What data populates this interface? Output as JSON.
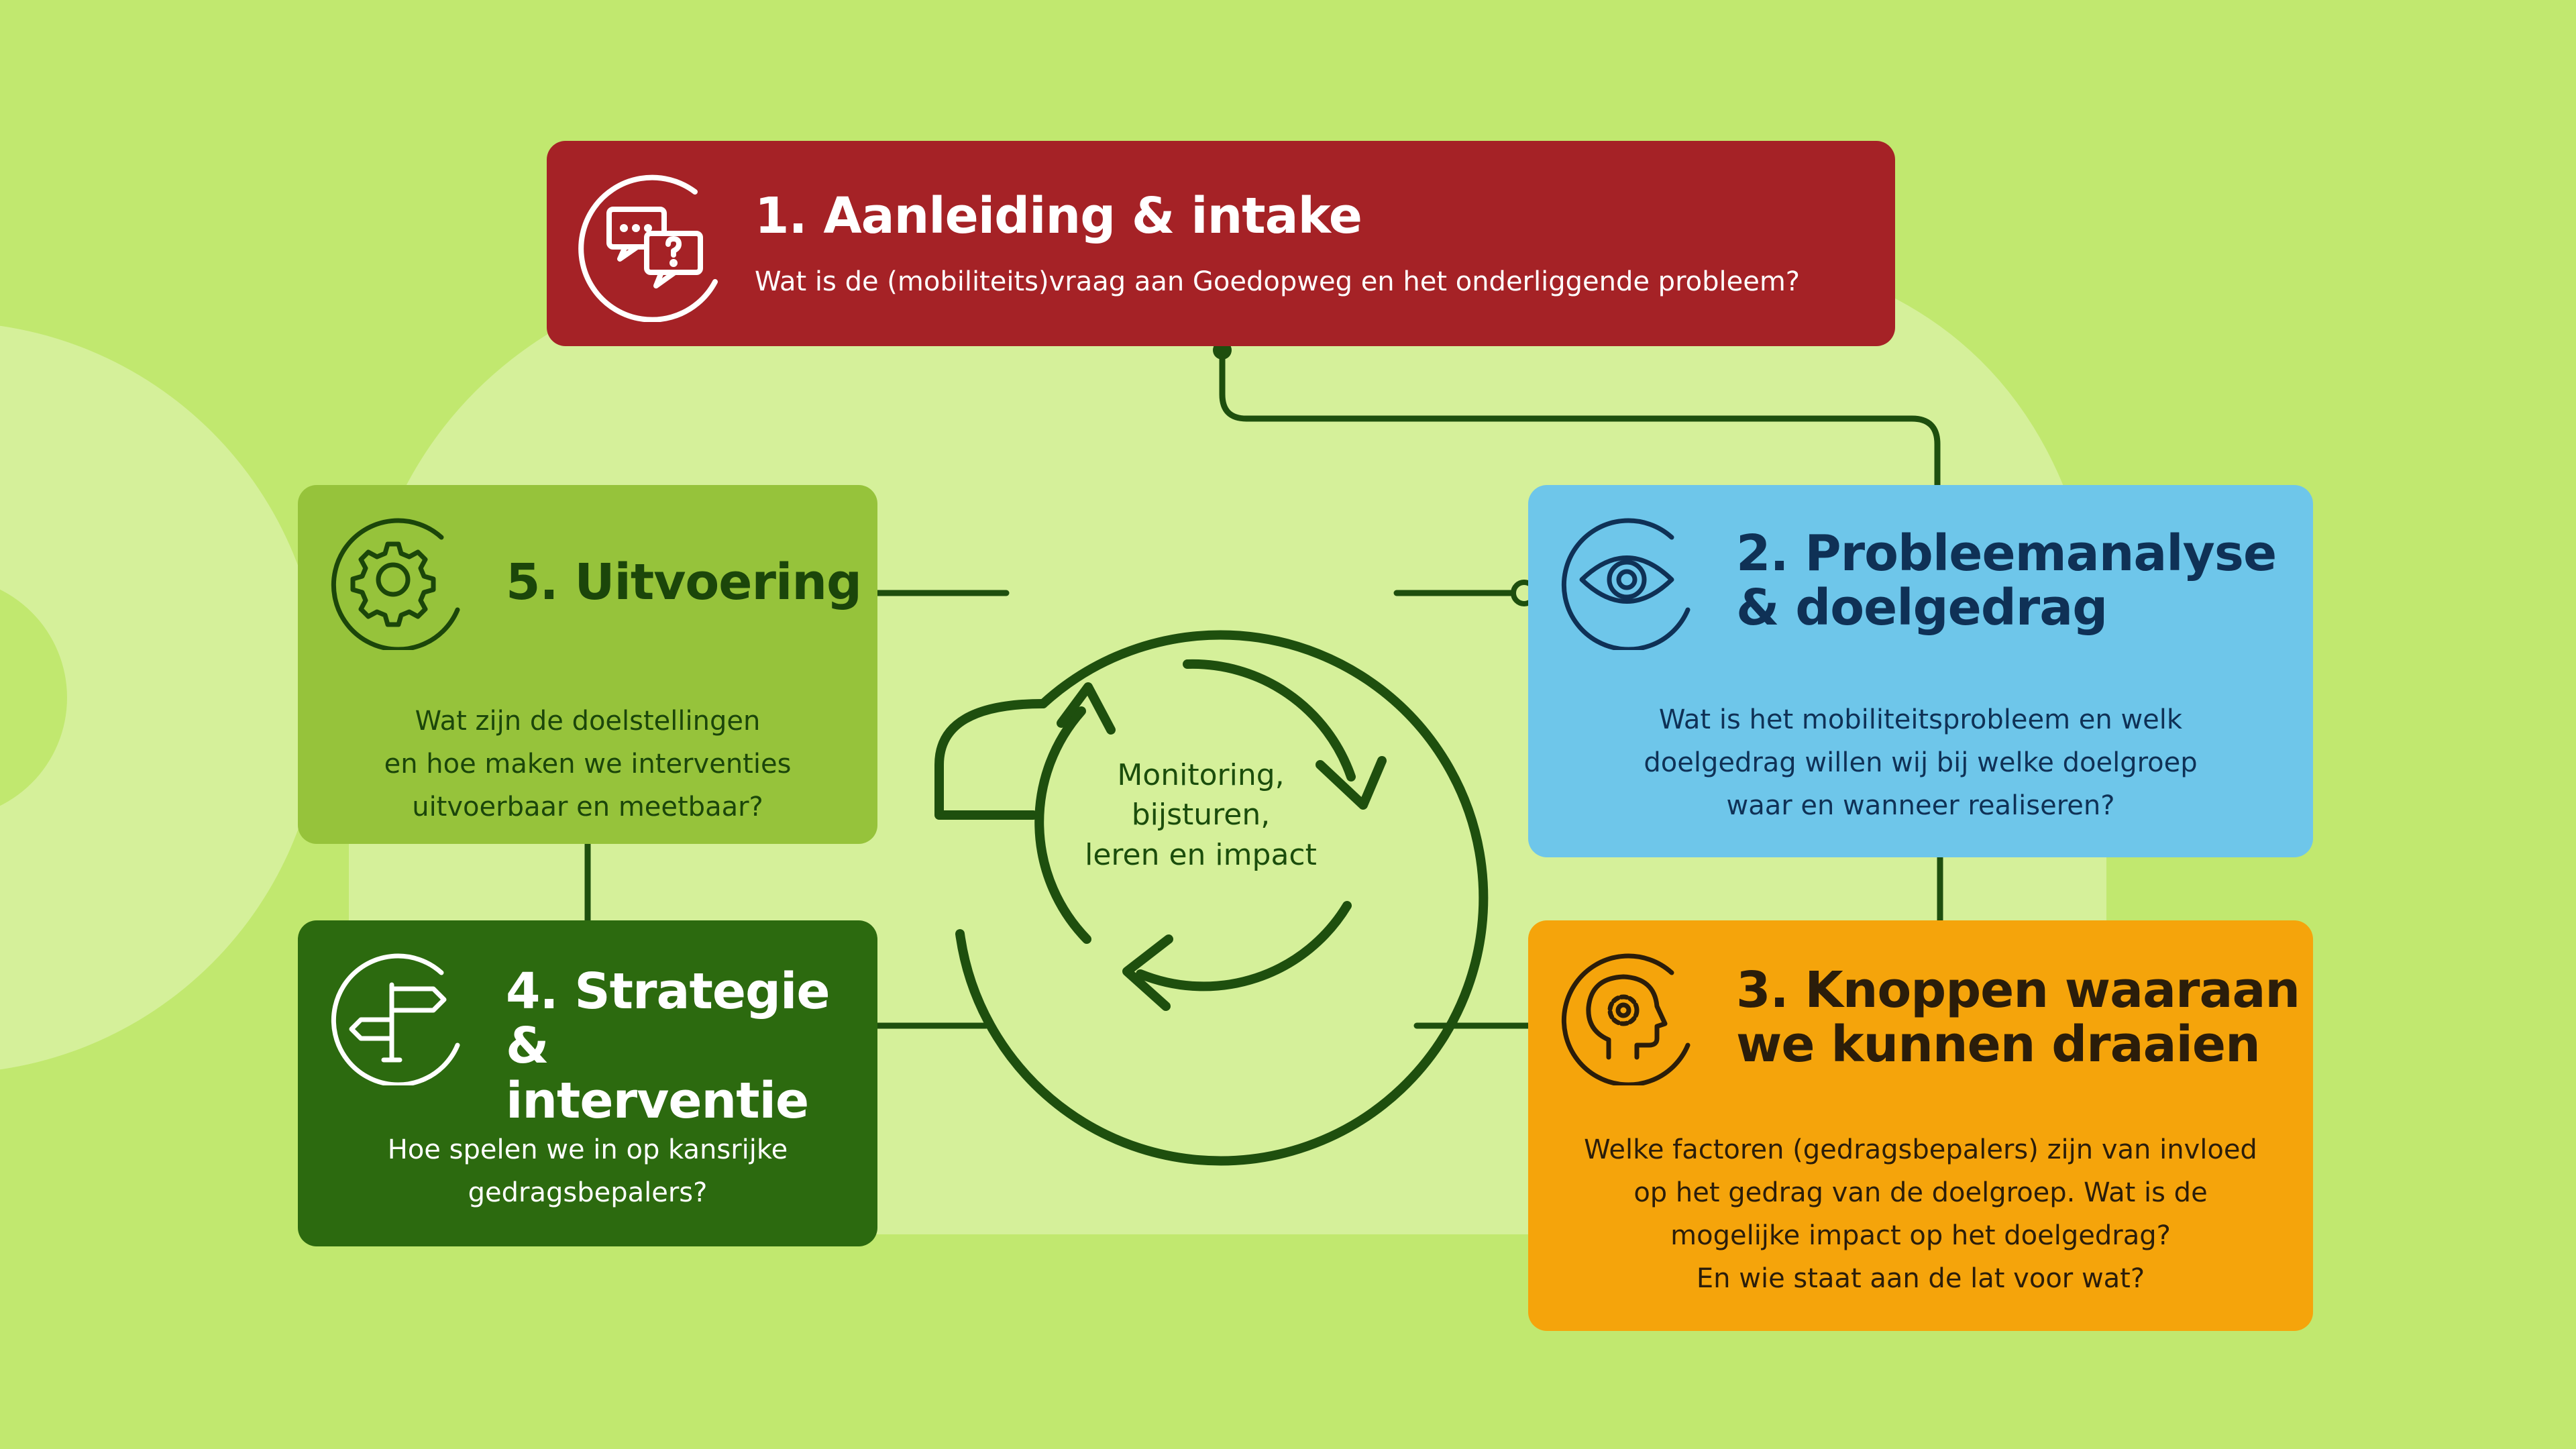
{
  "colors": {
    "background": "#c1e86f",
    "blob": "#d5f09a",
    "line": "#1e4f0e",
    "step1": "#a52226",
    "step2": "#6ec6ea",
    "step3": "#f5a40b",
    "step4": "#2c6a0f",
    "step5": "#96c33b"
  },
  "steps": [
    {
      "title": "1. Aanleiding & intake",
      "lines": [
        "Wat is de (mobiliteits)vraag aan Goedopweg en het onderliggende probleem?"
      ],
      "icon": "speech-bubbles-icon"
    },
    {
      "title_lines": [
        "2. Probleemanalyse",
        "& doelgedrag"
      ],
      "lines": [
        "Wat is het mobiliteitsprobleem en welk",
        "doelgedrag willen wij bij welke doelgroep",
        "waar en wanneer realiseren?"
      ],
      "icon": "eye-icon"
    },
    {
      "title_lines": [
        "3. Knoppen waaraan",
        "we kunnen draaien"
      ],
      "lines": [
        "Welke factoren (gedragsbepalers) zijn van invloed",
        "op het gedrag van de doelgroep. Wat is de",
        "mogelijke impact op het doelgedrag?",
        "En wie staat aan de lat voor wat?"
      ],
      "icon": "head-gear-icon"
    },
    {
      "title_lines": [
        "4. Strategie &",
        "interventie"
      ],
      "lines": [
        "Hoe spelen we in op kansrijke",
        "gedragsbepalers?"
      ],
      "icon": "signpost-icon"
    },
    {
      "title": "5. Uitvoering",
      "lines": [
        "Wat zijn de doelstellingen",
        "en hoe maken we interventies",
        "uitvoerbaar en meetbaar?"
      ],
      "icon": "gear-icon"
    }
  ],
  "center": {
    "lines": [
      "Monitoring,",
      "bijsturen,",
      "leren en impact"
    ],
    "icon": "cycle-arrows-icon"
  }
}
